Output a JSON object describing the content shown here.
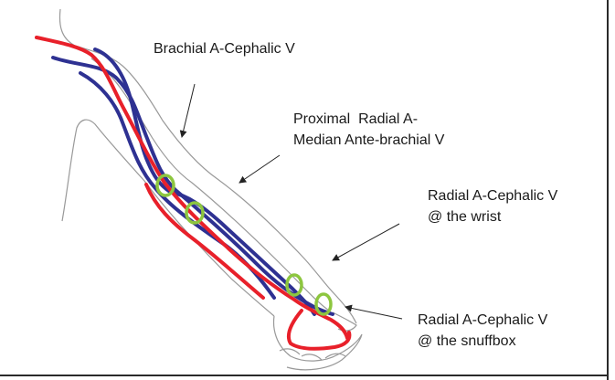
{
  "labels": {
    "brachial": "Brachial A-Cephalic V",
    "proximal_line1": "Proximal  Radial A-",
    "proximal_line2": "Median Ante-brachial V",
    "wrist_line1": "Radial A-Cephalic V",
    "wrist_line2": "@ the wrist",
    "snuffbox_line1": "Radial A-Cephalic V",
    "snuffbox_line2": "@ the snuffbox"
  },
  "colors": {
    "artery": "#e8202a",
    "vein": "#2e3192",
    "fistula_marker": "#8dc63f",
    "outline": "#999999",
    "arrow": "#222222"
  }
}
